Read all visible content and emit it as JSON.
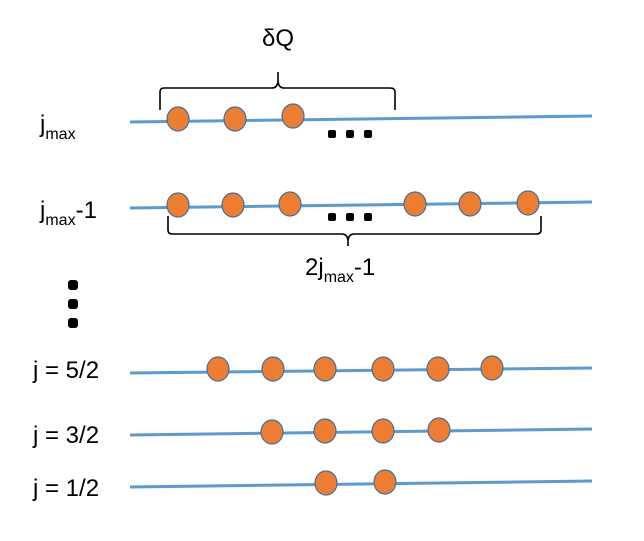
{
  "diagram": {
    "rows": [
      {
        "label_main": "j",
        "label_sub": "max",
        "label_tail": "",
        "dots": 3,
        "ellipsis": true
      },
      {
        "label_main": "j",
        "label_sub": "max",
        "label_tail": "-1",
        "dots": 6,
        "ellipsis": true
      },
      {
        "label_main": "j = 5/2",
        "label_sub": "",
        "label_tail": "",
        "dots": 6,
        "ellipsis": false
      },
      {
        "label_main": "j = 3/2",
        "label_sub": "",
        "label_tail": "",
        "dots": 4,
        "ellipsis": false
      },
      {
        "label_main": "j = 1/2",
        "label_sub": "",
        "label_tail": "",
        "dots": 2,
        "ellipsis": false
      }
    ],
    "top_brace_label": "δQ",
    "bottom_brace_label": {
      "main": "2j",
      "sub": "max",
      "tail": "-1"
    },
    "colors": {
      "line": "#5b9bd5",
      "dot_fill": "#ed7d31",
      "dot_stroke": "#41719c"
    }
  }
}
